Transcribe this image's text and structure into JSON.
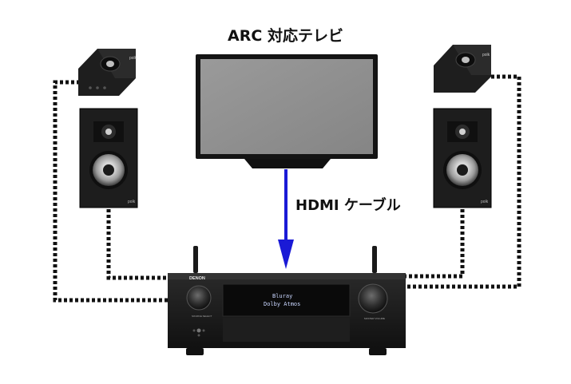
{
  "diagram": {
    "tv_label": "ARC 対応テレビ",
    "cable_label": "HDMI ケーブル",
    "receiver": {
      "brand": "DENON",
      "display_line1": "Bluray",
      "display_line2": "Dolby Atmos",
      "left_knob_caption": "SOURCE SELECT",
      "right_knob_caption": "MASTER VOLUME"
    },
    "speaker_badge": "polk",
    "colors": {
      "cable_arrow": "#1a1ad6",
      "wire": "#111111",
      "tv_screen": "#8e8e8e",
      "tv_frame": "#141414",
      "receiver_body": "#1b1b1b",
      "speaker_cabinet": "#1d1d1d",
      "display_text": "#c9d6ff"
    }
  }
}
